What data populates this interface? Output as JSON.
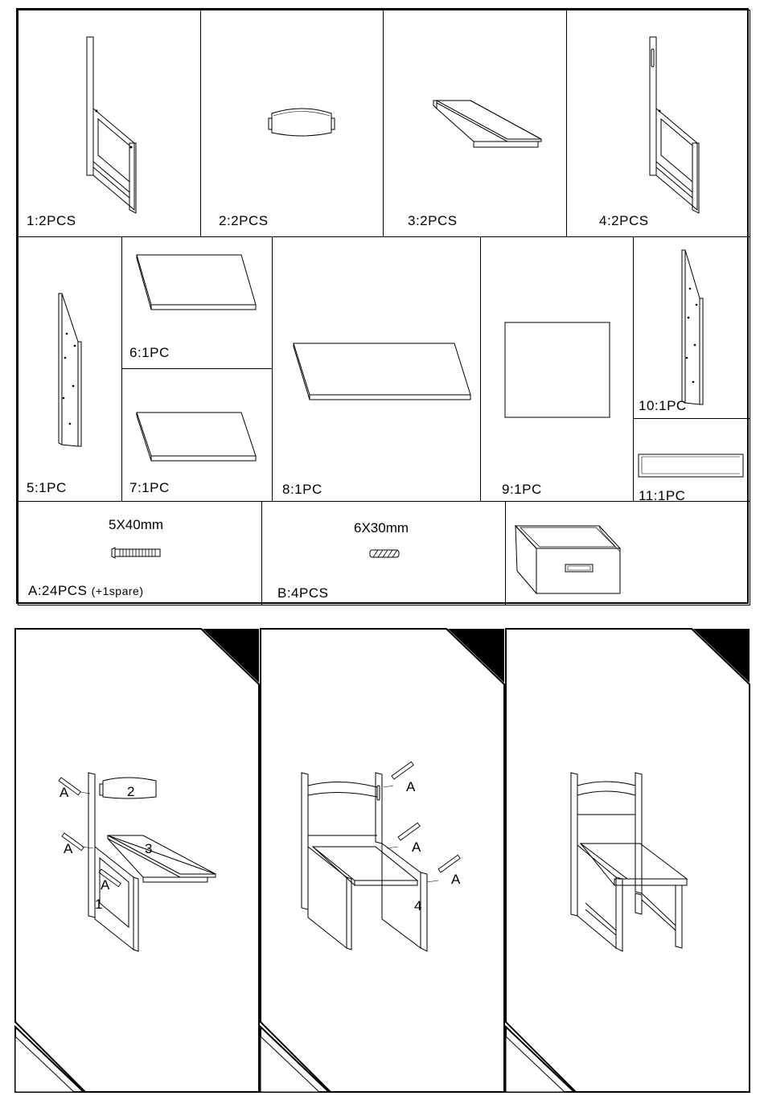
{
  "parts": [
    {
      "id": "1",
      "label": "1:2PCS"
    },
    {
      "id": "2",
      "label": "2:2PCS"
    },
    {
      "id": "3",
      "label": "3:2PCS"
    },
    {
      "id": "4",
      "label": "4:2PCS"
    },
    {
      "id": "5",
      "label": "5:1PC"
    },
    {
      "id": "6",
      "label": "6:1PC"
    },
    {
      "id": "7",
      "label": "7:1PC"
    },
    {
      "id": "8",
      "label": "8:1PC"
    },
    {
      "id": "9",
      "label": "9:1PC"
    },
    {
      "id": "10",
      "label": "10:1PC"
    },
    {
      "id": "11",
      "label": "11:1PC"
    }
  ],
  "hardware": {
    "a": {
      "size": "5X40mm",
      "label": "A:24PCS",
      "note": "(+1spare)"
    },
    "b": {
      "size": "6X30mm",
      "label": "B:4PCS"
    }
  },
  "steps": {
    "step1": {
      "screw": "A",
      "part_back": "2",
      "part_seat": "3",
      "part_side": "1"
    },
    "step2": {
      "screw": "A",
      "part_side": "4"
    }
  }
}
